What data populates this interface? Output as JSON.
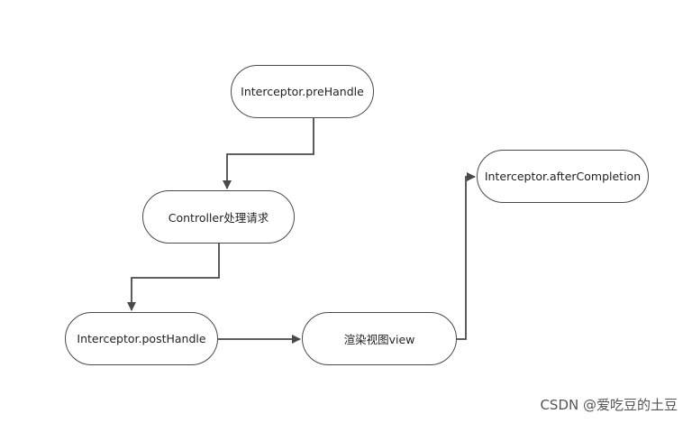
{
  "diagram": {
    "nodes": {
      "prehandle": "Interceptor.preHandle",
      "controller": "Controller处理请求",
      "posthandle": "Interceptor.postHandle",
      "render": "渲染视图view",
      "aftercompletion": "Interceptor.afterCompletion"
    },
    "edges": [
      {
        "from": "Interceptor.preHandle",
        "to": "Controller处理请求"
      },
      {
        "from": "Controller处理请求",
        "to": "Interceptor.postHandle"
      },
      {
        "from": "Interceptor.postHandle",
        "to": "渲染视图view"
      },
      {
        "from": "渲染视图view",
        "to": "Interceptor.afterCompletion"
      }
    ],
    "colors": {
      "stroke": "#4a4a4a",
      "text": "#222222",
      "background": "#ffffff"
    }
  },
  "watermark": "CSDN @爱吃豆的土豆"
}
